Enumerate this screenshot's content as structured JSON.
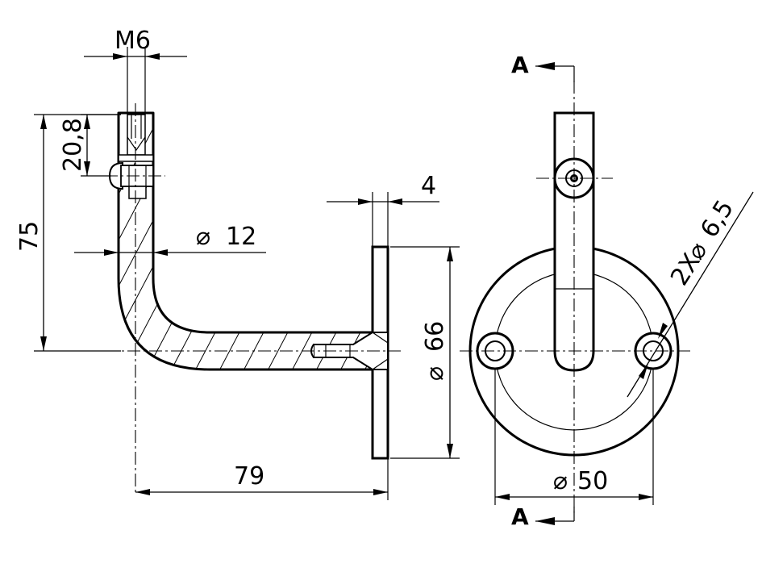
{
  "dimensions": {
    "thread": "M6",
    "thread_depth": "20,8",
    "height": "75",
    "tube_diameter": "12",
    "plate_thickness": "4",
    "plate_diameter": "66",
    "projection": "79",
    "bolt_circle": "50",
    "holes": "2X",
    "hole_diameter": "6,5"
  },
  "section": {
    "label_top": "A",
    "label_bottom": "A"
  },
  "symbols": {
    "diameter": "⌀"
  }
}
